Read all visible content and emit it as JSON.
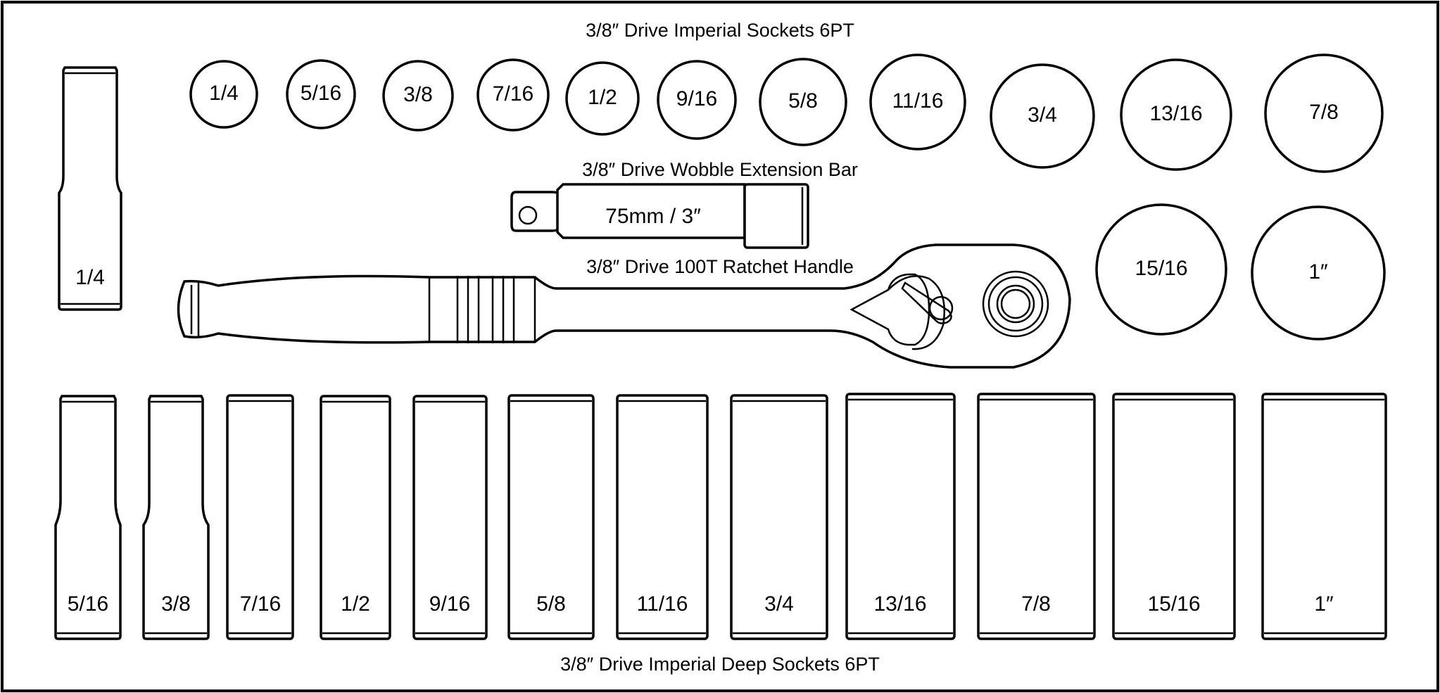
{
  "titles": {
    "sockets": "3/8″ Drive Imperial Sockets 6PT",
    "extension": "3/8″ Drive Wobble Extension Bar",
    "ratchet": "3/8″ Drive 100T Ratchet Handle",
    "deep": "3/8″ Drive Imperial Deep Sockets 6PT"
  },
  "extension_label": "75mm / 3″",
  "left_socket_label": "1/4",
  "sockets": [
    "1/4",
    "5/16",
    "3/8",
    "7/16",
    "1/2",
    "9/16",
    "5/8",
    "11/16",
    "3/4",
    "13/16",
    "7/8",
    "15/16",
    "1″"
  ],
  "deep_sockets": [
    "5/16",
    "3/8",
    "7/16",
    "1/2",
    "9/16",
    "5/8",
    "11/16",
    "3/4",
    "13/16",
    "7/8",
    "15/16",
    "1″"
  ],
  "colors": {
    "stroke": "#000000",
    "background": "#ffffff"
  }
}
